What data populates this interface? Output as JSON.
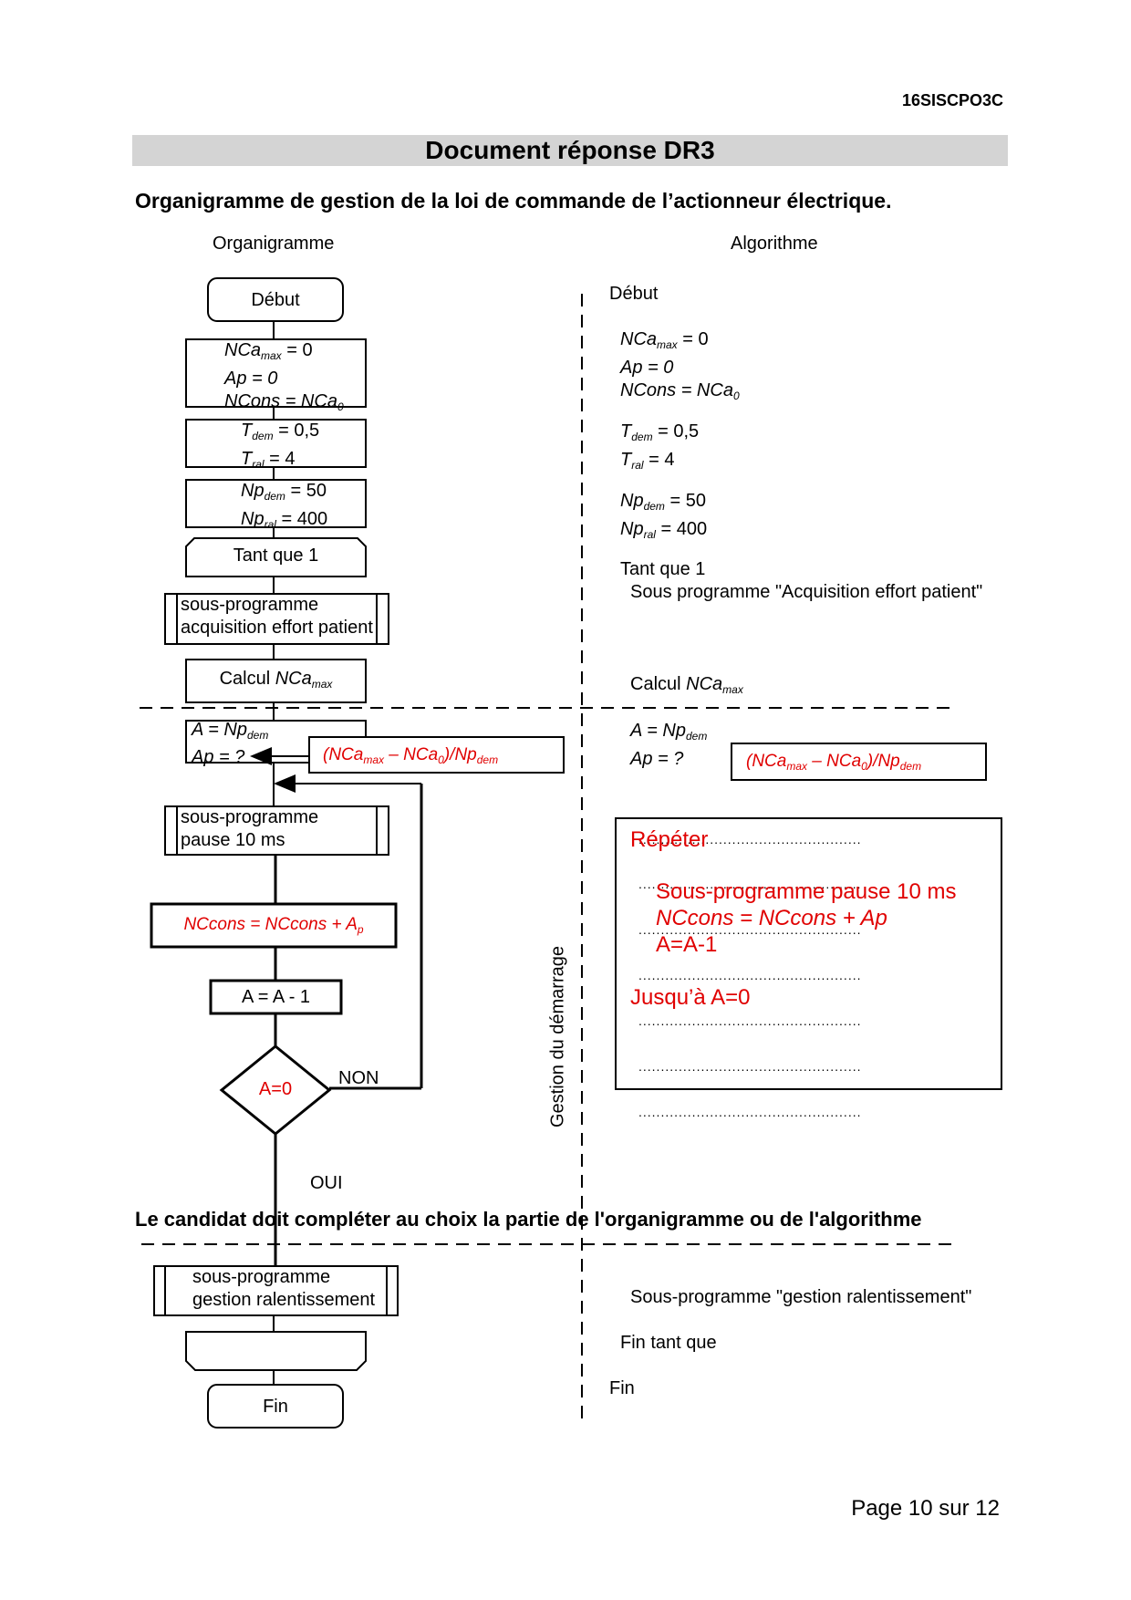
{
  "header": {
    "doc_code": "16SISCPO3C",
    "title": "Document réponse DR3"
  },
  "subtitle": "Organigramme de gestion de la loi de commande de l’actionneur électrique.",
  "columns": {
    "left": "Organigramme",
    "right": "Algorithme"
  },
  "flow": {
    "start": "Début",
    "init1": [
      "NCa",
      "max",
      " = 0",
      "Ap = 0",
      "NCons = NCa",
      "0"
    ],
    "init2": [
      "T",
      "dem",
      " = 0,5",
      "T",
      "ral",
      " = 4"
    ],
    "init3": [
      "Np",
      "dem",
      " = 50",
      "Np",
      "ral",
      " = 400"
    ],
    "loop": "Tant que 1",
    "sub1": [
      "sous-programme",
      "acquisition effort patient"
    ],
    "calc": [
      "Calcul ",
      "NCa",
      "max"
    ],
    "assign": [
      "A = Np",
      "dem",
      "Ap = ?"
    ],
    "formula": [
      "(NCa",
      "max",
      " – NCa",
      "0",
      ")/Np",
      "dem"
    ],
    "sub2": [
      "sous-programme",
      "pause 10 ms"
    ],
    "nccons": [
      "NCcons = NCcons + A",
      "p"
    ],
    "decrement": "A = A - 1",
    "decision": "A=0",
    "no_label": "NON",
    "yes_label": "OUI",
    "sub3": [
      "sous-programme",
      "gestion ralentissement"
    ],
    "end": "Fin"
  },
  "algo": {
    "start": "Début",
    "init1": [
      "NCa",
      "max",
      " = 0",
      "Ap = 0",
      "NCons = NCa",
      "0"
    ],
    "init2": [
      "T",
      "dem",
      " = 0,5",
      "T",
      "ral",
      " = 4"
    ],
    "init3": [
      "Np",
      "dem",
      " = 50",
      "Np",
      "ral",
      " = 400"
    ],
    "loop": "Tant que 1",
    "sub1": "Sous programme \"Acquisition effort patient\"",
    "calc": [
      "Calcul ",
      "NCa",
      "max"
    ],
    "assign": [
      "A = Np",
      "dem",
      "Ap = ?"
    ],
    "formula": [
      "(NCa",
      "max",
      " – NCa",
      "0",
      ")/Np",
      "dem"
    ],
    "answer": {
      "repeat": "Répéter",
      "l1": "Sous-programme pause 10 ms",
      "l2": "NCcons = NCcons + Ap",
      "l3": "A=A-1",
      "until": "Jusqu’à A=0"
    },
    "dotted": "..................................................",
    "sub3": "Sous-programme \"gestion ralentissement\"",
    "endloop": "Fin tant que",
    "end": "Fin"
  },
  "side_label": "Gestion du démarrage",
  "instruction": "Le candidat doit compléter au choix la partie de l'organigramme ou de l'algorithme",
  "footer": {
    "page": "Page 10 sur 12"
  }
}
